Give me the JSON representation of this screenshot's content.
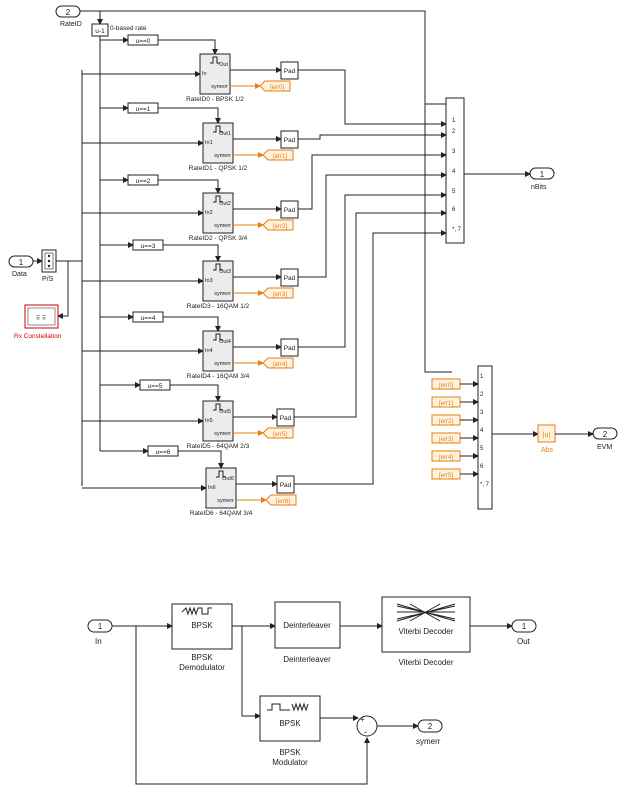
{
  "top": {
    "rate_port": {
      "num": "2",
      "label": "RateID"
    },
    "data_port": {
      "num": "1",
      "label": "Data"
    },
    "minus_one": "u-1",
    "zero_based_label": "0-based rate",
    "compares": [
      "u==0",
      "u==1",
      "u==2",
      "u==3",
      "u==4",
      "u==5",
      "u==6"
    ],
    "ps_label": "P/S",
    "rx_label": "Rx Constellation",
    "subsystems": [
      {
        "in": "In",
        "out": "Out",
        "err": "symerr",
        "name": "RateID0 - BPSK 1/2"
      },
      {
        "in": "In1",
        "out": "Out1",
        "err": "symerr",
        "name": "RateID1 - QPSK 1/2"
      },
      {
        "in": "In2",
        "out": "Out2",
        "err": "symerr",
        "name": "RateID2 - QPSK 3/4"
      },
      {
        "in": "In3",
        "out": "Out3",
        "err": "symerr",
        "name": "RateID3 - 16QAM 1/2"
      },
      {
        "in": "In4",
        "out": "Out4",
        "err": "symerr",
        "name": "RateID4 - 16QAM 3/4"
      },
      {
        "in": "In5",
        "out": "Out5",
        "err": "symerr",
        "name": "RateID5 - 64QAM 2/3"
      },
      {
        "in": "In6",
        "out": "Out6",
        "err": "symerr",
        "name": "RateID6 - 64QAM 3/4"
      }
    ],
    "pad_label": "Pad",
    "goto_tags": [
      "[err0]",
      "[err1]",
      "[err2]",
      "[err3]",
      "[err4]",
      "[err5]",
      "[err6]"
    ],
    "from_tags": [
      "[err0]",
      "[err1]",
      "[err2]",
      "[err3]",
      "[err4]",
      "[err5]"
    ],
    "switch_ports": [
      "1",
      "2",
      "3",
      "4",
      "5",
      "6",
      "*, 7"
    ],
    "nbits_port": {
      "num": "1",
      "label": "nBits"
    },
    "abs": {
      "symbol": "|u|",
      "label": "Abs"
    },
    "evm_port": {
      "num": "2",
      "label": "EVM"
    }
  },
  "bottom": {
    "in_port": {
      "num": "1",
      "label": "In"
    },
    "demod": {
      "inner": "BPSK",
      "label_line1": "BPSK",
      "label_line2": "Demodulator"
    },
    "deinterleaver": {
      "inner": "Deinterleaver",
      "label": "Deinterleaver"
    },
    "viterbi": {
      "inner": "Viterbi Decoder",
      "label": "Viterbi Decoder"
    },
    "out_port": {
      "num": "1",
      "label": "Out"
    },
    "mod": {
      "inner": "BPSK",
      "label_line1": "BPSK",
      "label_line2": "Modulator"
    },
    "sum_signs": {
      "plus": "+",
      "minus": "-"
    },
    "symerr_port": {
      "num": "2",
      "label": "symerr"
    }
  }
}
